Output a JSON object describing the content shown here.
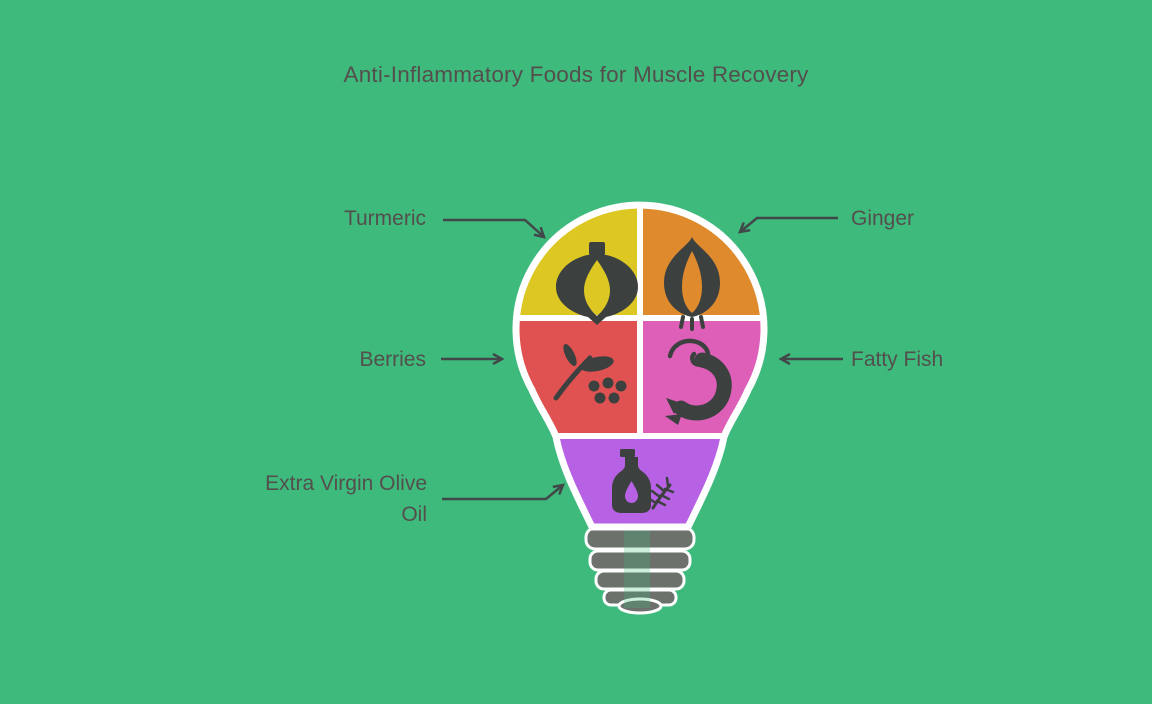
{
  "title": "Anti-Inflammatory Foods for Muscle Recovery",
  "diagram_type": "lightbulb-infographic",
  "sections": [
    {
      "id": "turmeric",
      "label": "Turmeric",
      "color": "#ddc723",
      "icon": "garlic-bulb-icon",
      "position": "top-left"
    },
    {
      "id": "ginger",
      "label": "Ginger",
      "color": "#de8a2d",
      "icon": "onion-ginger-icon",
      "position": "top-right"
    },
    {
      "id": "berries",
      "label": "Berries",
      "color": "#e05251",
      "icon": "berry-branch-icon",
      "position": "middle-left"
    },
    {
      "id": "fatty_fish",
      "label": "Fatty Fish",
      "color": "#de5fb8",
      "icon": "shrimp-icon",
      "position": "middle-right"
    },
    {
      "id": "olive_oil",
      "label": "Extra Virgin Olive Oil",
      "color": "#b761e4",
      "icon": "oil-bottle-sprig-icon",
      "position": "bottom"
    }
  ],
  "colors": {
    "background": "#3dba7c",
    "title_text": "#544f4d",
    "label_text": "#544f4d",
    "arrow": "#42474a",
    "icon": "#3c4140",
    "bulb_outline": "#ffffff",
    "bulb_base": "#6d716c"
  }
}
